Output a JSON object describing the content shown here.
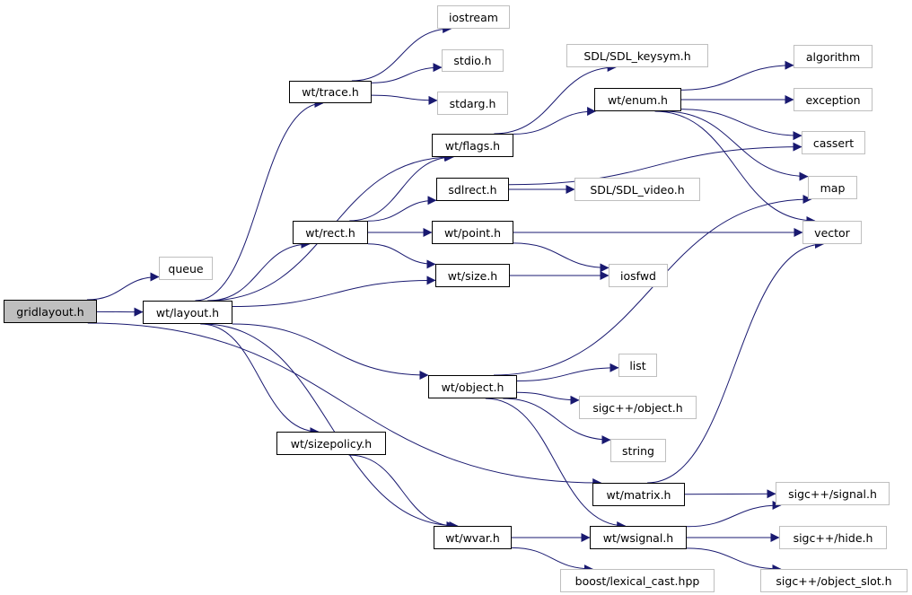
{
  "colors": {
    "edge": "#191970",
    "internal_border": "#000000",
    "external_border": "#bfbfbf",
    "root_fill": "#bfbfbf"
  },
  "nodes": {
    "gridlayout_h": "gridlayout.h",
    "queue": "queue",
    "wt_layout_h": "wt/layout.h",
    "wt_trace_h": "wt/trace.h",
    "iostream": "iostream",
    "stdio_h": "stdio.h",
    "stdarg_h": "stdarg.h",
    "sdl_keysym_h": "SDL/SDL_keysym.h",
    "wt_enum_h": "wt/enum.h",
    "algorithm": "algorithm",
    "exception": "exception",
    "cassert": "cassert",
    "wt_flags_h": "wt/flags.h",
    "sdlrect_h": "sdlrect.h",
    "sdl_video_h": "SDL/SDL_video.h",
    "map": "map",
    "wt_rect_h": "wt/rect.h",
    "wt_point_h": "wt/point.h",
    "vector": "vector",
    "wt_size_h": "wt/size.h",
    "iosfwd": "iosfwd",
    "list": "list",
    "wt_object_h": "wt/object.h",
    "sigcpp_object_h": "sigc++/object.h",
    "string": "string",
    "wt_sizepolicy_h": "wt/sizepolicy.h",
    "wt_matrix_h": "wt/matrix.h",
    "sigcpp_signal_h": "sigc++/signal.h",
    "wt_wvar_h": "wt/wvar.h",
    "wt_wsignal_h": "wt/wsignal.h",
    "sigcpp_hide_h": "sigc++/hide.h",
    "boost_lexical_cast_hpp": "boost/lexical_cast.hpp",
    "sigcpp_object_slot_h": "sigc++/object_slot.h"
  },
  "edges": [
    [
      "gridlayout_h",
      "queue"
    ],
    [
      "gridlayout_h",
      "wt_layout_h"
    ],
    [
      "gridlayout_h",
      "wt_matrix_h"
    ],
    [
      "wt_layout_h",
      "wt_trace_h"
    ],
    [
      "wt_layout_h",
      "wt_flags_h"
    ],
    [
      "wt_layout_h",
      "wt_rect_h"
    ],
    [
      "wt_layout_h",
      "wt_size_h"
    ],
    [
      "wt_layout_h",
      "wt_object_h"
    ],
    [
      "wt_layout_h",
      "wt_sizepolicy_h"
    ],
    [
      "wt_layout_h",
      "wt_wvar_h"
    ],
    [
      "wt_trace_h",
      "iostream"
    ],
    [
      "wt_trace_h",
      "stdio_h"
    ],
    [
      "wt_trace_h",
      "stdarg_h"
    ],
    [
      "wt_flags_h",
      "sdl_keysym_h"
    ],
    [
      "wt_flags_h",
      "wt_enum_h"
    ],
    [
      "wt_enum_h",
      "algorithm"
    ],
    [
      "wt_enum_h",
      "exception"
    ],
    [
      "wt_enum_h",
      "cassert"
    ],
    [
      "wt_enum_h",
      "map"
    ],
    [
      "wt_enum_h",
      "vector"
    ],
    [
      "sdlrect_h",
      "cassert"
    ],
    [
      "sdlrect_h",
      "sdl_video_h"
    ],
    [
      "wt_rect_h",
      "wt_flags_h"
    ],
    [
      "wt_rect_h",
      "sdlrect_h"
    ],
    [
      "wt_rect_h",
      "wt_point_h"
    ],
    [
      "wt_rect_h",
      "wt_size_h"
    ],
    [
      "wt_point_h",
      "vector"
    ],
    [
      "wt_point_h",
      "iosfwd"
    ],
    [
      "wt_size_h",
      "iosfwd"
    ],
    [
      "wt_object_h",
      "map"
    ],
    [
      "wt_object_h",
      "list"
    ],
    [
      "wt_object_h",
      "sigcpp_object_h"
    ],
    [
      "wt_object_h",
      "string"
    ],
    [
      "wt_object_h",
      "wt_wsignal_h"
    ],
    [
      "wt_sizepolicy_h",
      "wt_wvar_h"
    ],
    [
      "wt_matrix_h",
      "vector"
    ],
    [
      "wt_matrix_h",
      "sigcpp_signal_h"
    ],
    [
      "wt_wvar_h",
      "wt_wsignal_h"
    ],
    [
      "wt_wvar_h",
      "boost_lexical_cast_hpp"
    ],
    [
      "wt_wsignal_h",
      "sigcpp_signal_h"
    ],
    [
      "wt_wsignal_h",
      "sigcpp_hide_h"
    ],
    [
      "wt_wsignal_h",
      "sigcpp_object_slot_h"
    ]
  ]
}
